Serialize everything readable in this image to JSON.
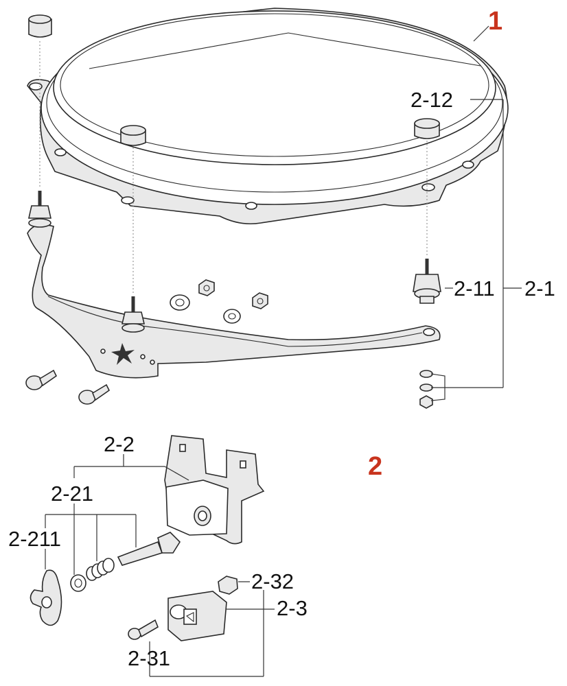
{
  "colors": {
    "group_label": "#c8341e",
    "line": "#333333",
    "part_fill": "#e9e9e9"
  },
  "groups": {
    "group1": "1",
    "group2": "2"
  },
  "labels": {
    "l_2_12": "2-12",
    "l_2_11": "2-11",
    "l_2_1": "2-1",
    "l_2_2": "2-2",
    "l_2_21": "2-21",
    "l_2_211": "2-211",
    "l_2_32": "2-32",
    "l_2_3": "2-3",
    "l_2_31": "2-31"
  }
}
